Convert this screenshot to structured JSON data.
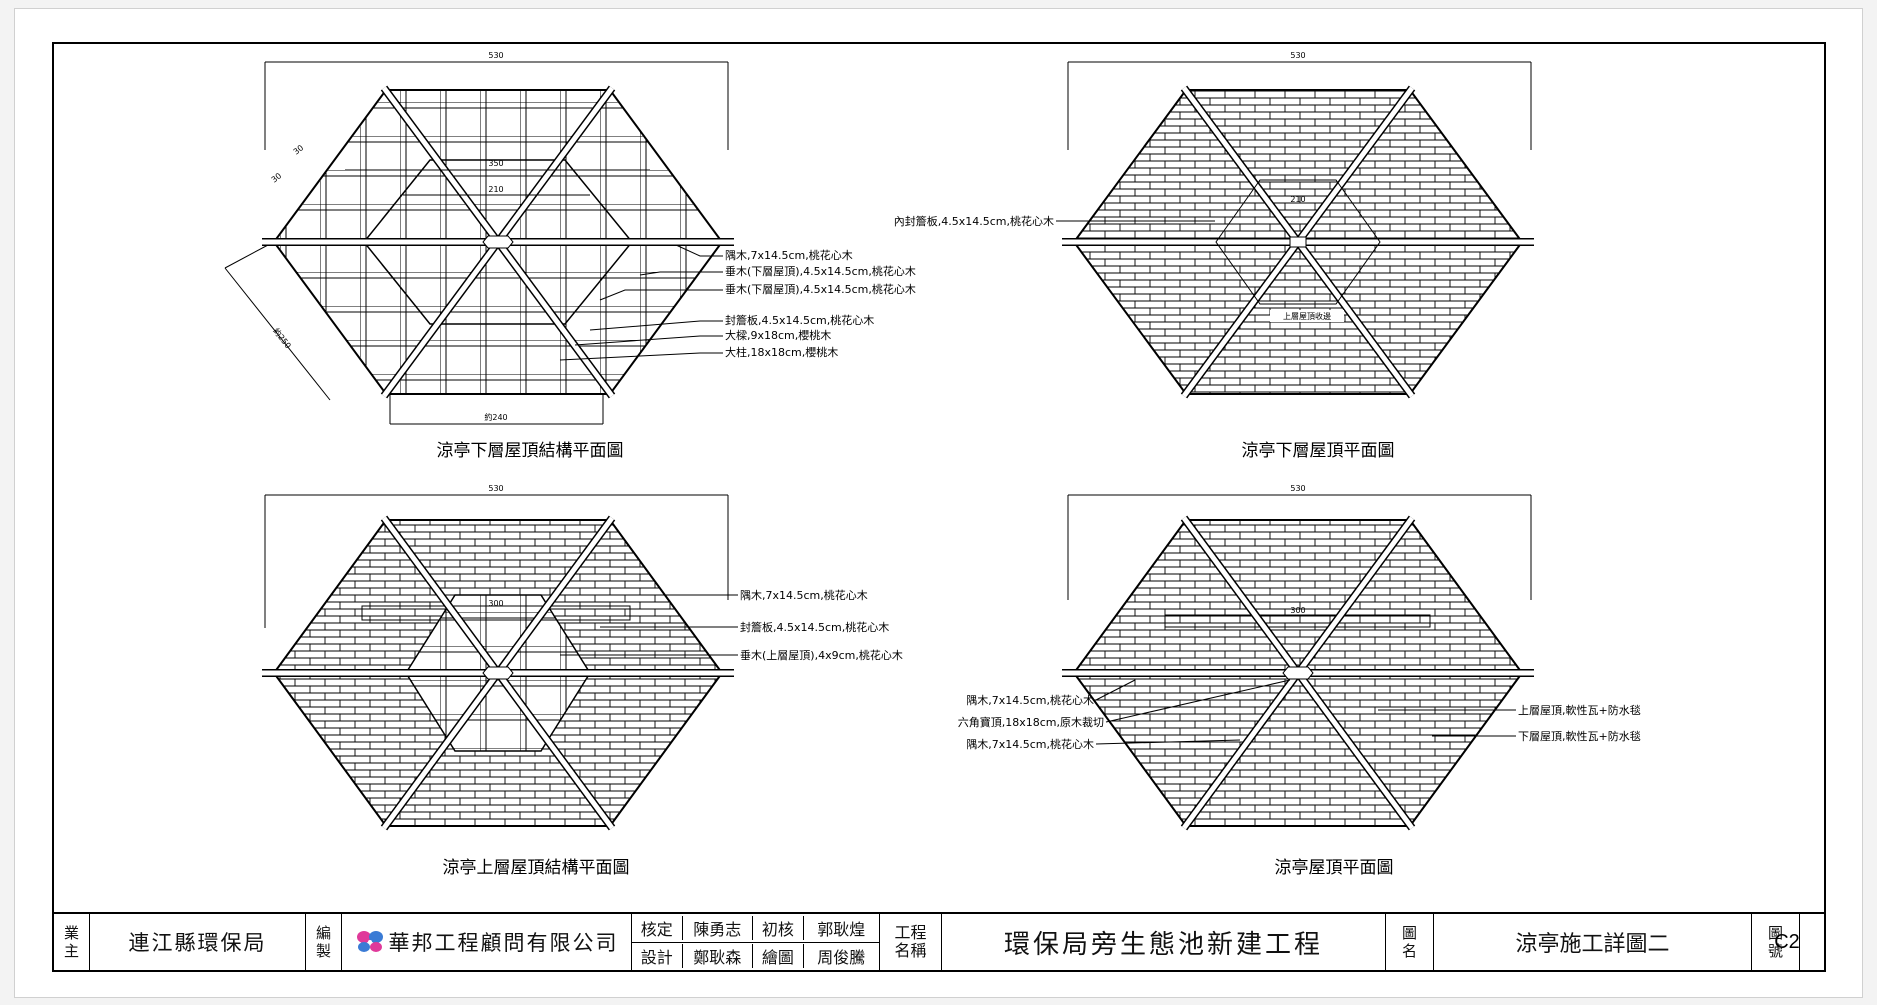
{
  "views": [
    {
      "title": "涼亭下層屋頂結構平面圖",
      "dims": [
        "530",
        "350",
        "210",
        "約240",
        "約250",
        "30",
        "30"
      ],
      "callouts": [
        "隅木,7x14.5cm,桃花心木",
        "垂木(下層屋頂),4.5x14.5cm,桃花心木",
        "垂木(下層屋頂),4.5x14.5cm,桃花心木",
        "封簷板,4.5x14.5cm,桃花心木",
        "大樑,9x18cm,櫻桃木",
        "大柱,18x18cm,櫻桃木"
      ]
    },
    {
      "title": "涼亭下層屋頂平面圖",
      "dims": [
        "530",
        "210"
      ],
      "callouts": [
        "內封簷板,4.5x14.5cm,桃花心木",
        "上層屋頂收邊"
      ]
    },
    {
      "title": "涼亭上層屋頂結構平面圖",
      "dims": [
        "530",
        "300"
      ],
      "callouts": [
        "隅木,7x14.5cm,桃花心木",
        "封簷板,4.5x14.5cm,桃花心木",
        "垂木(上層屋頂),4x9cm,桃花心木"
      ]
    },
    {
      "title": "涼亭屋頂平面圖",
      "dims": [
        "530",
        "300"
      ],
      "callouts": [
        "隅木,7x14.5cm,桃花心木",
        "六角寶頂,18x18cm,原木裁切",
        "隅木,7x14.5cm,桃花心木",
        "上層屋頂,軟性瓦+防水毯",
        "下層屋頂,軟性瓦+防水毯"
      ]
    }
  ],
  "title_block": {
    "owner_label": [
      "業",
      "主"
    ],
    "owner": "連江縣環保局",
    "drafter_label": [
      "編",
      "製"
    ],
    "company": "華邦工程顧問有限公司",
    "approve_label": "核定",
    "approve_name": "陳勇志",
    "review_label": "初核",
    "review_name": "郭耿煌",
    "design_label": "設計",
    "design_name": "鄭耿森",
    "draw_label": "繪圖",
    "draw_name": "周俊騰",
    "project_label": [
      "工程",
      "名稱"
    ],
    "project_name": "環保局旁生態池新建工程",
    "drawing_label": [
      "圖",
      "名"
    ],
    "drawing_name": "涼亭施工詳圖二",
    "number_label": [
      "圖",
      "號"
    ],
    "number": "C2"
  },
  "colors": {
    "line": "#000000",
    "logo_pink": "#e0399a",
    "logo_blue": "#3a7bd5"
  }
}
